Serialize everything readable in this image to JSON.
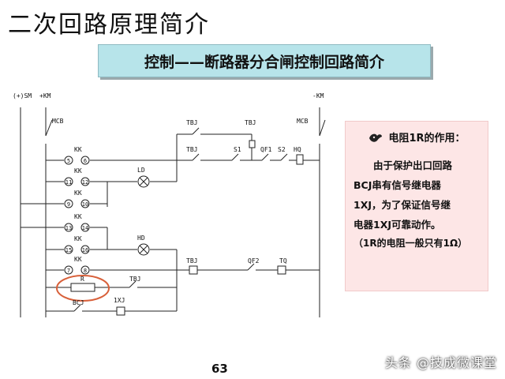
{
  "title": "二次回路原理简介",
  "subtitle": "控制——断路器分合闸控制回路简介",
  "diagram": {
    "left_bus": "(+)SM",
    "left_bus2": "+KM",
    "right_bus": "-KM",
    "mcb": "MCB",
    "kk": "KK",
    "contacts": [
      [
        "5",
        "6"
      ],
      [
        "11",
        "12"
      ],
      [
        "9",
        "10"
      ],
      [
        "13",
        "14"
      ],
      [
        "15",
        "16"
      ],
      [
        "7",
        "8"
      ]
    ],
    "tbj": "TBJ",
    "s1": "S1",
    "s2": "S2",
    "qf1": "QF1",
    "qf2": "QF2",
    "hq": "HQ",
    "tq": "TQ",
    "ld": "LD",
    "hd": "HD",
    "r": "R",
    "bcj": "BCJ",
    "xj": "1XJ"
  },
  "note": {
    "heading": "电阻1R的作用：",
    "lines": [
      "由于保护出口回路",
      "BCJ串有信号继电器",
      "1XJ，为了保证信号继",
      "电器1XJ可靠动作。"
    ],
    "footnote": "（1R的电阻一般只有1Ω）"
  },
  "page_number": "63",
  "watermark": "头条 @技成微课堂"
}
